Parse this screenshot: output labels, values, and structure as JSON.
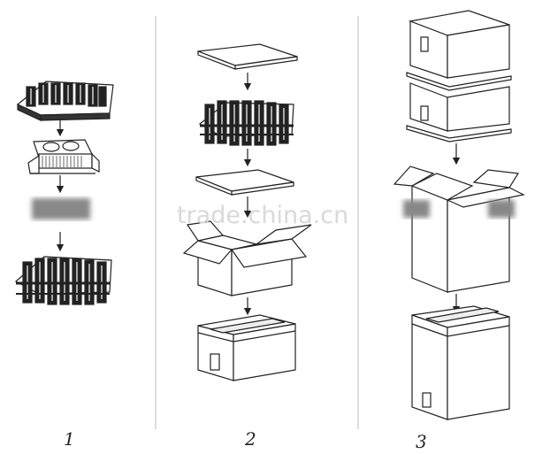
{
  "watermark": {
    "text": "trade.china.cn"
  },
  "panels": [
    {
      "number": "1"
    },
    {
      "number": "2"
    },
    {
      "number": "3"
    }
  ],
  "colors": {
    "line": "#222222",
    "divider": "#bdbdbd",
    "blur": "#888888"
  }
}
